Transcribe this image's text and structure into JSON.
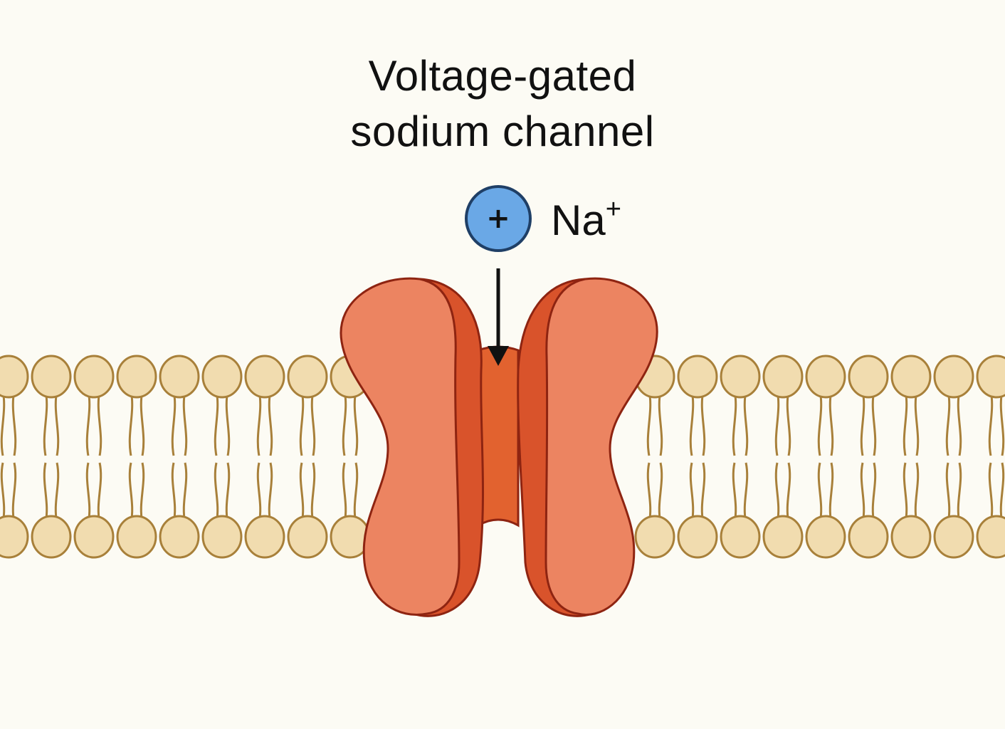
{
  "title": {
    "line1": "Voltage-gated",
    "line2": "sodium channel"
  },
  "ion": {
    "symbol": "+",
    "label": "Na",
    "charge": "+"
  },
  "colors": {
    "background": "#fcfbf4",
    "lipid_head_fill": "#f1dcaf",
    "lipid_head_stroke": "#a8803a",
    "lipid_tail": "#a8803a",
    "channel_fill": "#e87a58",
    "channel_dark": "#d9532b",
    "channel_stroke": "#8e2411",
    "ion_fill": "#6aa8e6",
    "ion_stroke": "#1f3f66",
    "arrow": "#111111"
  }
}
